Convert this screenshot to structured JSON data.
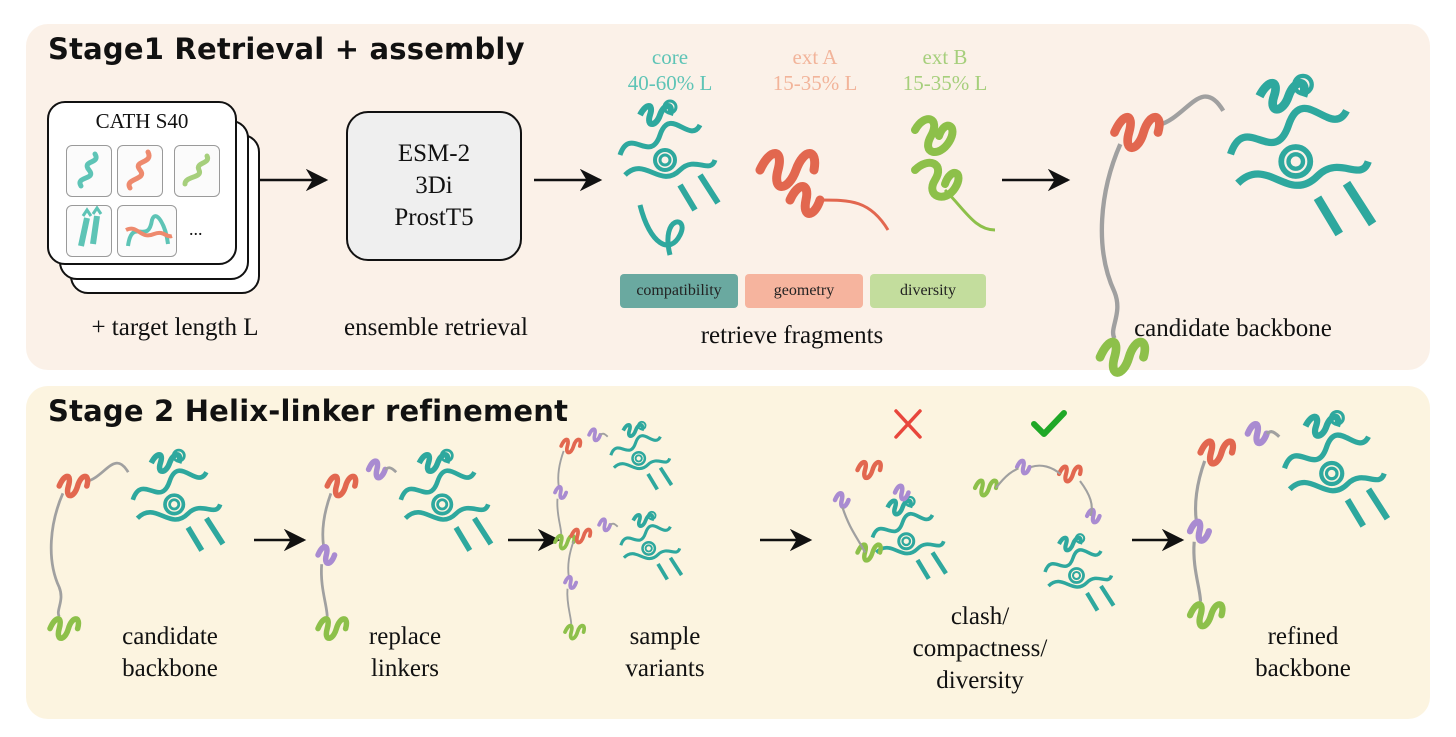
{
  "stage1": {
    "title": "Stage1 Retrieval + assembly",
    "database": "CATH S40",
    "ellipsis": "...",
    "input_label": "+ target length L",
    "models": [
      "ESM-2",
      "3Di",
      "ProstT5"
    ],
    "retrieval_label": "ensemble retrieval",
    "fragments": [
      {
        "name": "core",
        "range": "40-60% L",
        "color": "#5ec4b6"
      },
      {
        "name": "ext A",
        "range": "15-35% L",
        "color": "#f2b49a"
      },
      {
        "name": "ext B",
        "range": "15-35% L",
        "color": "#a6cf7c"
      }
    ],
    "criteria": [
      {
        "label": "compatibility",
        "color": "#6aa9a0"
      },
      {
        "label": "geometry",
        "color": "#f6b49e"
      },
      {
        "label": "diversity",
        "color": "#c3dd9d"
      }
    ],
    "fragments_label": "retrieve fragments",
    "output_label": "candidate backbone"
  },
  "stage2": {
    "title": "Stage 2 Helix-linker refinement",
    "step1": [
      "candidate",
      "backbone"
    ],
    "step2": [
      "replace",
      "linkers"
    ],
    "step3": [
      "sample",
      "variants"
    ],
    "step4": [
      "clash/",
      "compactness/",
      "diversity"
    ],
    "step5": [
      "refined",
      "backbone"
    ]
  },
  "colors": {
    "core": "#2ea89e",
    "extA": "#e2674f",
    "extB": "#8dc04a",
    "linker": "#a98bd1",
    "loop": "#a0a0a0",
    "reject": "#e8463c",
    "accept": "#1fa827"
  },
  "icons": [
    "arrow-right-icon",
    "cross-icon",
    "checkmark-icon"
  ]
}
